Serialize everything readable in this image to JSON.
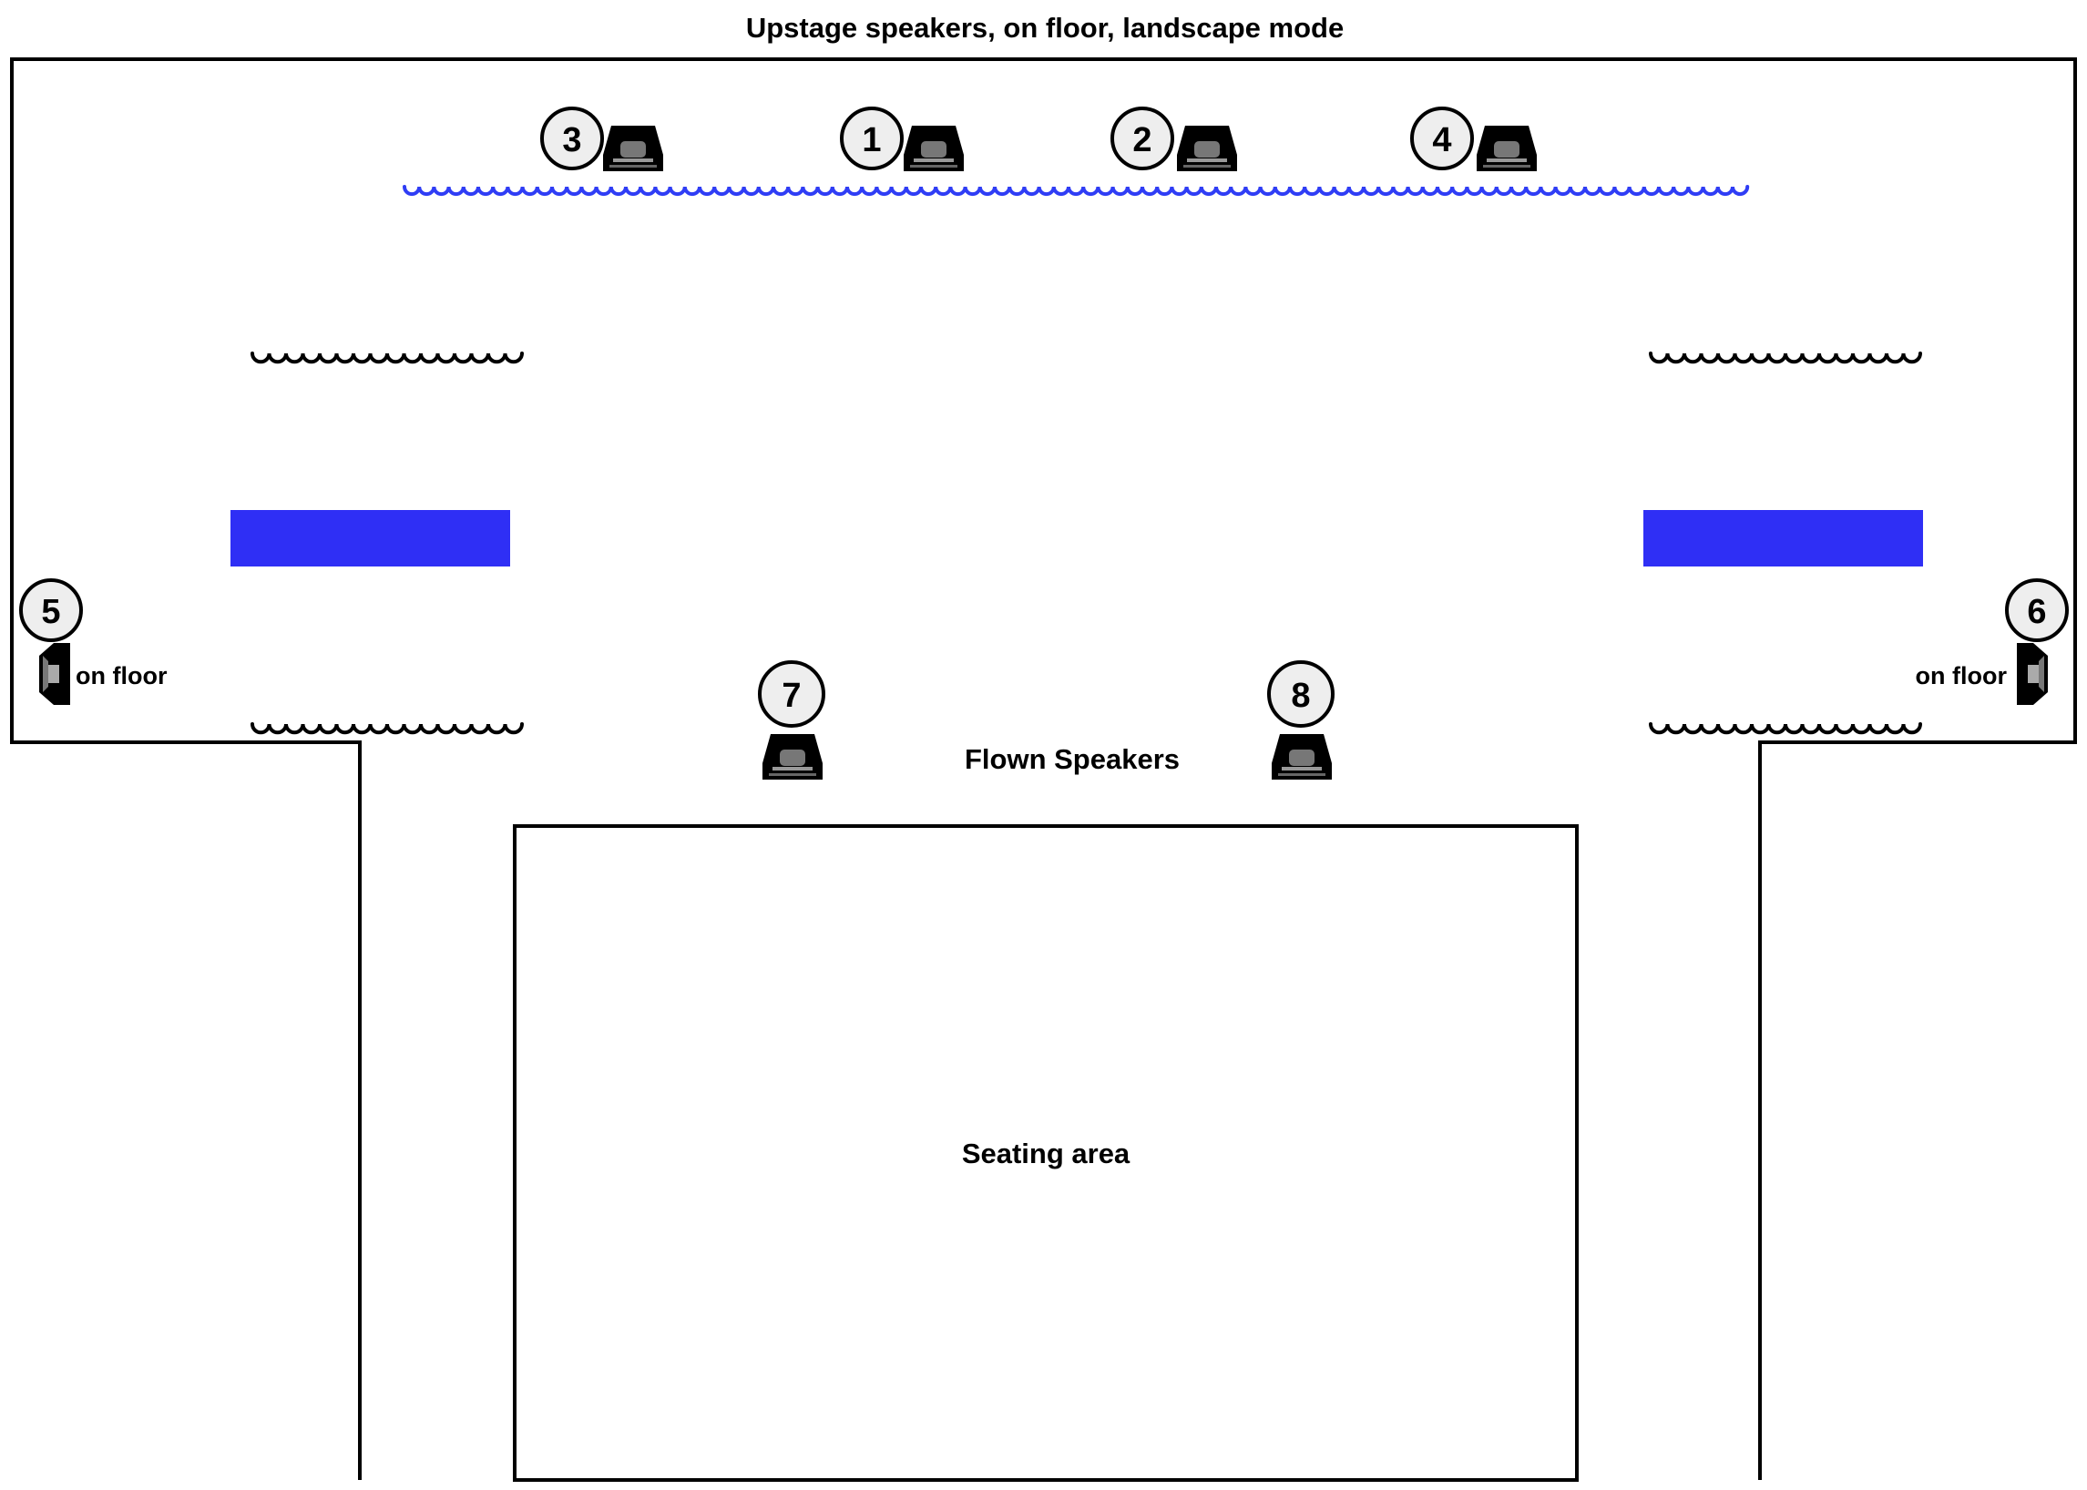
{
  "diagram": {
    "title": "Upstage speakers, on floor, landscape mode",
    "flown_label": "Flown Speakers",
    "seating_label": "Seating area",
    "on_floor_left": "on floor",
    "on_floor_right": "on floor",
    "speakers": [
      {
        "id": "1"
      },
      {
        "id": "2"
      },
      {
        "id": "3"
      },
      {
        "id": "4"
      },
      {
        "id": "5"
      },
      {
        "id": "6"
      },
      {
        "id": "7"
      },
      {
        "id": "8"
      }
    ],
    "colors": {
      "upstage_curtain": "#2f3df5",
      "legs": "#000000",
      "masking_panels": "#2f2ff5",
      "speaker_body": "#000000",
      "badge_fill": "#eeeeee"
    }
  }
}
